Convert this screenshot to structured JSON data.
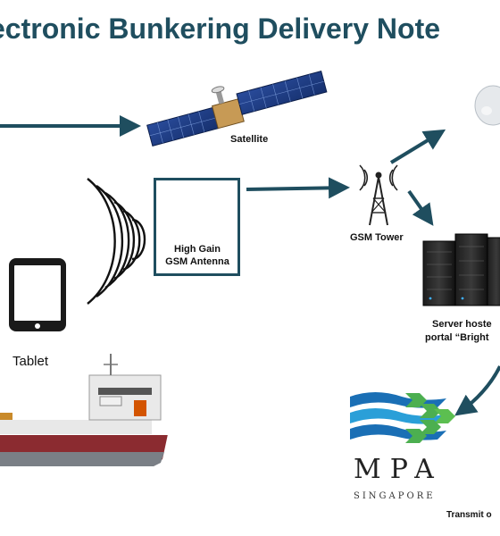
{
  "title": "ectronic Bunkering Delivery Note",
  "nodes": {
    "satellite": "Satellite",
    "antenna_line1": "High Gain",
    "antenna_line2": "GSM Antenna",
    "gsm_tower": "GSM Tower",
    "tablet": "Tablet",
    "server_line1": "Server hoste",
    "server_line2": "portal “Bright",
    "mpa_logo": "MPA",
    "mpa_sub": "SINGAPORE",
    "transmit": "Transmit o"
  },
  "colors": {
    "title": "#1f4e5f",
    "arrow": "#1f4e5f",
    "ship_hull": "#8b2b30",
    "mpa_blue": "#1a6fb5",
    "mpa_green": "#4caf50"
  },
  "icons": [
    "satellite-icon",
    "antenna-icon",
    "signal-waves-icon",
    "tablet-icon",
    "gsm-tower-icon",
    "server-rack-icon",
    "ship-icon",
    "mpa-logo-icon",
    "cloud-icon"
  ]
}
